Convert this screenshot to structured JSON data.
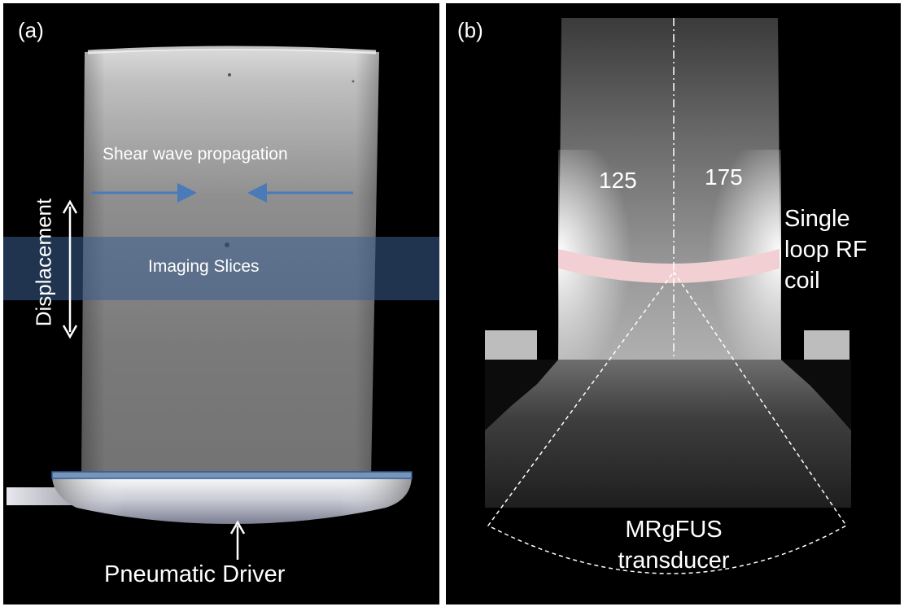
{
  "panel_a": {
    "label": "(a)",
    "shear_wave_label": "Shear wave propagation",
    "displacement_label": "Displacement",
    "imaging_slices_label": "Imaging Slices",
    "driver_label": "Pneumatic Driver"
  },
  "panel_b": {
    "label": "(b)",
    "region_left": "125",
    "region_right": "175",
    "coil_label_line1": "Single",
    "coil_label_line2": "loop RF",
    "coil_label_line3": "coil",
    "transducer_line1": "MRgFUS",
    "transducer_line2": "transducer"
  },
  "colors": {
    "arrow_blue": "#4a7ab8",
    "slice_band": "#3a5f8f",
    "coil_pink": "#f2cfd2"
  }
}
